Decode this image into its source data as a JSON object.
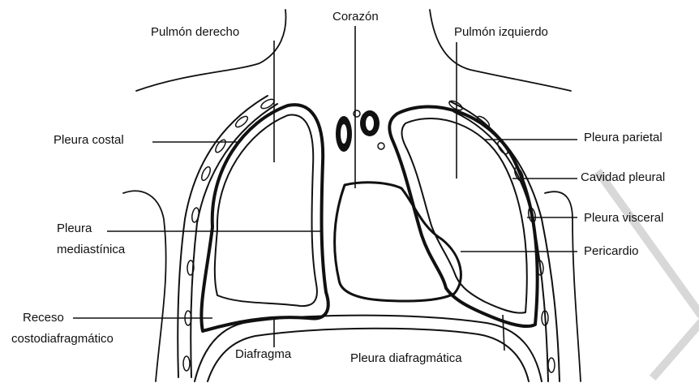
{
  "labels": {
    "pulmon_derecho": "Pulmón derecho",
    "corazon": "Corazón",
    "pulmon_izquierdo": "Pulmón izquierdo",
    "pleura_costal": "Pleura costal",
    "pleura_parietal": "Pleura parietal",
    "cavidad_pleural": "Cavidad pleural",
    "pleura_mediastinica_line1": "Pleura",
    "pleura_mediastinica_line2": "mediastínica",
    "pleura_visceral": "Pleura visceral",
    "pericardio": "Pericardio",
    "receso_line1": "Receso",
    "receso_line2": "costodiafragmático",
    "diafragma": "Diafragma",
    "pleura_diafragmatica": "Pleura diafragmática"
  },
  "colors": {
    "ink": "#111111",
    "background": "#ffffff",
    "watermark": "#d8d8d8"
  }
}
